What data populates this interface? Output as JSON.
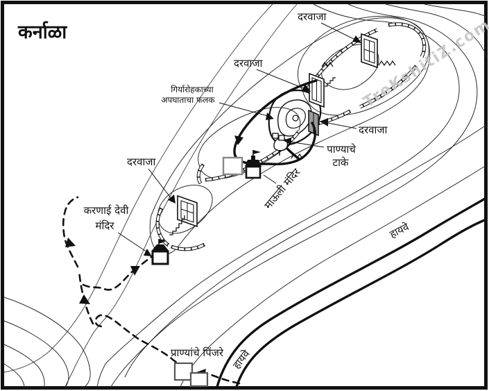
{
  "map": {
    "title": "कर्नाळा",
    "watermark": "TreKshitiZ.com",
    "labels": {
      "gate_top": "दरवाजा",
      "gate_upper": "दरवाजा",
      "gate_right": "दरवाजा",
      "gate_lower": "दरवाजा",
      "climber_sign": {
        "line1": "गिर्यारोहकाच्या",
        "line2": "अपघाताचा फलक"
      },
      "water_tank": {
        "line1": "पाण्याचे",
        "line2": "टाके"
      },
      "mauli_temple": "माऊली मंदिर",
      "karnai_temple": {
        "line1": "करणाई देवी",
        "line2": "मंदिर"
      },
      "animal_cages": "प्राण्यांचे पिंजरे",
      "highway_lower": "हायवे",
      "highway_upper": "हायवे"
    },
    "colors": {
      "ink": "#111111",
      "contour": "#2b2b2b",
      "watermark_gray": "#c6c6c6",
      "background": "#ffffff"
    }
  }
}
